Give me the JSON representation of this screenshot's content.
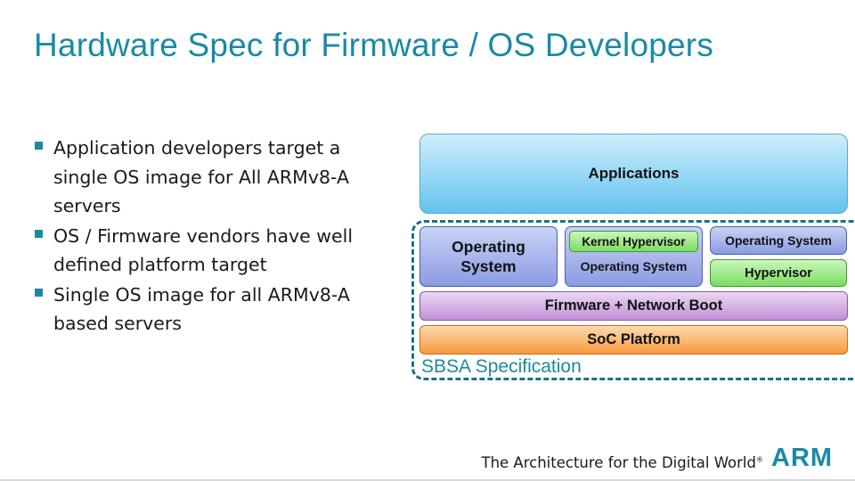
{
  "slide": {
    "title": "Hardware Spec for Firmware / OS Developers",
    "bullets": [
      "Application developers target a single OS image for All ARMv8-A servers",
      "OS / Firmware vendors have well defined platform target",
      "Single OS image for all ARMv8-A based servers"
    ]
  },
  "diagram": {
    "applications": "Applications",
    "operating_system_1": "Operating System",
    "kernel_hypervisor": "Kernel Hypervisor",
    "operating_system_2": "Operating System",
    "operating_system_3": "Operating System",
    "hypervisor": "Hypervisor",
    "firmware": "Firmware + Network Boot",
    "soc": "SoC Platform",
    "spec_label": "SBSA Specification"
  },
  "footer": {
    "tagline": "The Architecture for the Digital World",
    "registered_mark": "®",
    "logo": "ARM"
  },
  "colors": {
    "accent": "#1a8aa4"
  }
}
